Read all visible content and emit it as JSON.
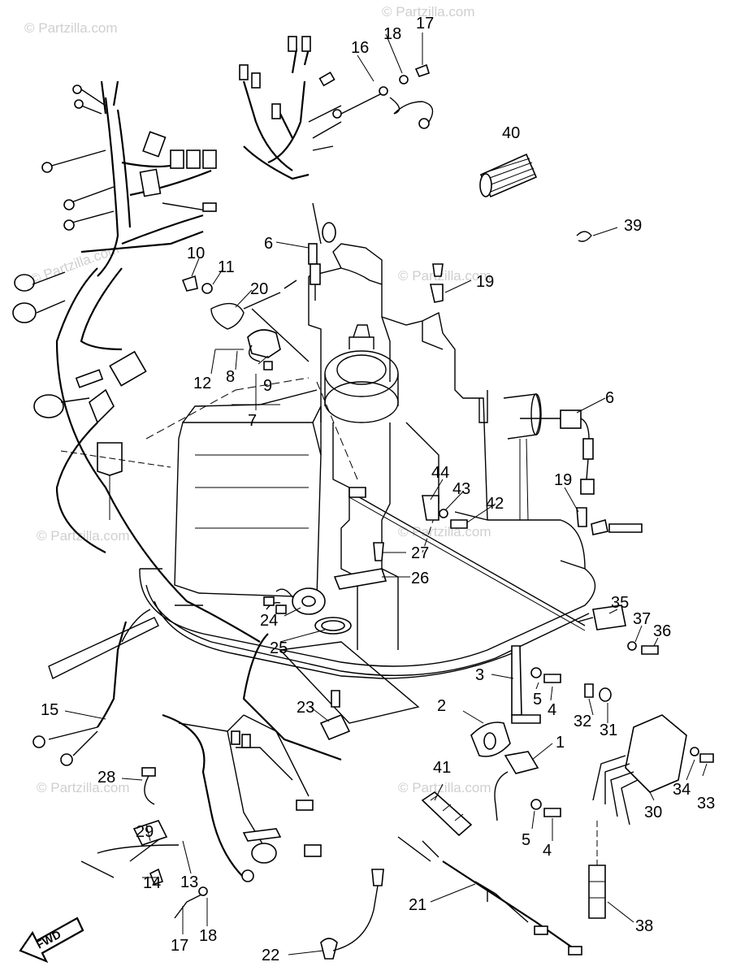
{
  "watermark": "© Partzilla.com",
  "direction_label": "FWD",
  "callouts": {
    "c1": "1",
    "c2": "2",
    "c3": "3",
    "c4a": "4",
    "c4b": "4",
    "c5a": "5",
    "c5b": "5",
    "c6a": "6",
    "c6b": "6",
    "c7": "7",
    "c8": "8",
    "c9": "9",
    "c10": "10",
    "c11": "11",
    "c12": "12",
    "c13": "13",
    "c14": "14",
    "c15": "15",
    "c16": "16",
    "c17a": "17",
    "c17b": "17",
    "c18a": "18",
    "c18b": "18",
    "c19a": "19",
    "c19b": "19",
    "c20": "20",
    "c21": "21",
    "c22": "22",
    "c23": "23",
    "c24": "24",
    "c25": "25",
    "c26": "26",
    "c27": "27",
    "c28": "28",
    "c29": "29",
    "c30": "30",
    "c31": "31",
    "c32": "32",
    "c33": "33",
    "c34": "34",
    "c35": "35",
    "c36": "36",
    "c37": "37",
    "c38": "38",
    "c39": "39",
    "c40": "40",
    "c41": "41",
    "c42": "42",
    "c43": "43",
    "c44": "44"
  }
}
